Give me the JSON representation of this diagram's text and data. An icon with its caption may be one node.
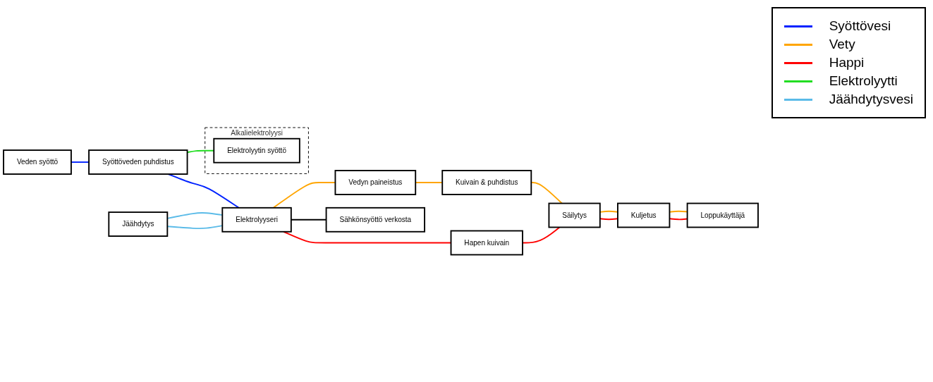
{
  "diagram": {
    "nodes": [
      {
        "text": [
          "Veden syöttö"
        ]
      },
      {
        "text": [
          "Jäähdytys"
        ]
      },
      {
        "text": [
          "Kuivain & puhdistus"
        ]
      },
      {
        "text": [
          "Syöttöveden puhdistus"
        ]
      },
      {
        "text": [
          "Elektrolyyseri"
        ]
      },
      {
        "text": [
          "Vedyn paineistus"
        ]
      },
      {
        "text": [
          "Säilytys"
        ]
      },
      {
        "text": [
          "Kuljetus"
        ]
      },
      {
        "text": [
          "Loppukäyttäjä"
        ]
      },
      {
        "text": [
          "Alkalielektrolyysi"
        ]
      },
      {
        "text": [
          "Elektrolyytin syöttö"
        ],
        "in": 9
      },
      {
        "text": [
          "Sähkönsyöttö verkosta"
        ]
      },
      {
        "text": [
          "Hapen kuivain"
        ]
      }
    ],
    "edges": [
      {
        "from": 0,
        "to": 3,
        "arrow": "none",
        "color": "#0022ff"
      },
      {
        "from": 3,
        "to": 4,
        "arrow": "none",
        "color": "#0022ff"
      },
      {
        "from": 1,
        "to": 4,
        "arrow": "none",
        "color": "#5bbbe8"
      },
      {
        "from": 1,
        "to": 4,
        "arrow": "none",
        "color": "#5bbbe8"
      },
      {
        "from": 3,
        "to": 10,
        "arrow": "none",
        "color": "#22dd22"
      },
      {
        "from": 4,
        "to": 5,
        "arrow": "none",
        "color": "#ffa500"
      },
      {
        "from": 5,
        "to": 2,
        "arrow": "none",
        "color": "#ffa500"
      },
      {
        "from": 2,
        "to": 6,
        "arrow": "none",
        "color": "#ffa500"
      },
      {
        "from": 4,
        "to": 11,
        "arrow": "none",
        "color": "#000000"
      },
      {
        "from": 4,
        "to": 12,
        "arrow": "none",
        "color": "#ff0000"
      },
      {
        "from": 12,
        "to": 6,
        "arrow": "none",
        "color": "#ff0000"
      },
      {
        "from": 6,
        "to": 7,
        "arrow": "none",
        "color": "#ffa500"
      },
      {
        "from": 6,
        "to": 7,
        "arrow": "none",
        "color": "#ff0000"
      },
      {
        "from": 7,
        "to": 8,
        "arrow": "none",
        "color": "#ffa500"
      },
      {
        "from": 7,
        "to": 8,
        "arrow": "none",
        "color": "#ff0000"
      }
    ],
    "legend": [
      {
        "text": "Syöttövesi",
        "color": "#0022ff"
      },
      {
        "text": "Vety",
        "color": "#ffa500"
      },
      {
        "text": "Happi",
        "color": "#ff0000"
      },
      {
        "text": "Elektrolyytti",
        "color": "#22dd22"
      },
      {
        "text": "Jäähdytysvesi",
        "color": "#5bbbe8"
      }
    ]
  }
}
